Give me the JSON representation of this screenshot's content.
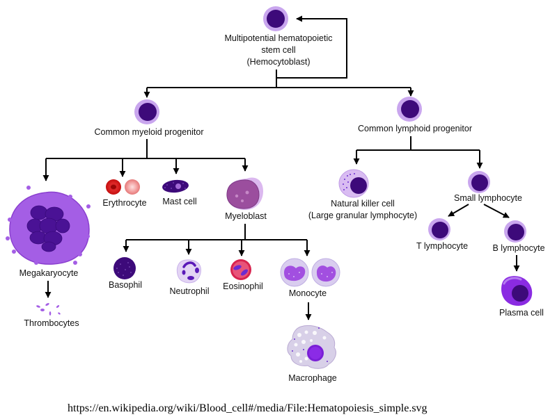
{
  "diagram": {
    "title": "Hematopoiesis",
    "nodes": {
      "stem_cell": {
        "label_lines": [
          "Multipotential hematopoietic",
          "stem cell",
          "(Hemocytoblast)"
        ]
      },
      "myeloid_progenitor": {
        "label": "Common myeloid progenitor"
      },
      "lymphoid_progenitor": {
        "label": "Common lymphoid progenitor"
      },
      "megakaryocyte": {
        "label": "Megakaryocyte"
      },
      "thrombocytes": {
        "label": "Thrombocytes"
      },
      "erythrocyte": {
        "label": "Erythrocyte"
      },
      "mast_cell": {
        "label": "Mast cell"
      },
      "myeloblast": {
        "label": "Myeloblast"
      },
      "basophil": {
        "label": "Basophil"
      },
      "neutrophil": {
        "label": "Neutrophil"
      },
      "eosinophil": {
        "label": "Eosinophil"
      },
      "monocyte": {
        "label": "Monocyte"
      },
      "macrophage": {
        "label": "Macrophage"
      },
      "nk_cell": {
        "label_lines": [
          "Natural killer cell",
          "(Large granular lymphocyte)"
        ]
      },
      "small_lymphocyte": {
        "label": "Small lymphocyte"
      },
      "t_lymphocyte": {
        "label": "T lymphocyte"
      },
      "b_lymphocyte": {
        "label": "B lymphocyte"
      },
      "plasma_cell": {
        "label": "Plasma cell"
      }
    },
    "edges": [
      [
        "stem_cell",
        "stem_cell"
      ],
      [
        "stem_cell",
        "myeloid_progenitor"
      ],
      [
        "stem_cell",
        "lymphoid_progenitor"
      ],
      [
        "myeloid_progenitor",
        "megakaryocyte"
      ],
      [
        "myeloid_progenitor",
        "erythrocyte"
      ],
      [
        "myeloid_progenitor",
        "mast_cell"
      ],
      [
        "myeloid_progenitor",
        "myeloblast"
      ],
      [
        "megakaryocyte",
        "thrombocytes"
      ],
      [
        "myeloblast",
        "basophil"
      ],
      [
        "myeloblast",
        "neutrophil"
      ],
      [
        "myeloblast",
        "eosinophil"
      ],
      [
        "myeloblast",
        "monocyte"
      ],
      [
        "monocyte",
        "macrophage"
      ],
      [
        "lymphoid_progenitor",
        "nk_cell"
      ],
      [
        "lymphoid_progenitor",
        "small_lymphocyte"
      ],
      [
        "small_lymphocyte",
        "t_lymphocyte"
      ],
      [
        "small_lymphocyte",
        "b_lymphocyte"
      ],
      [
        "b_lymphocyte",
        "plasma_cell"
      ]
    ],
    "colors": {
      "nucleus": "#3d0a7a",
      "cell_halo": "#c9a6ee",
      "megakaryocyte": "#a45ee5",
      "erythrocyte": "#d81f1f",
      "myeloblast": "#9b4e9e",
      "eosinophil": "#d8234f",
      "monocyte_cyto": "#d9cdef",
      "macrophage_cyto": "#d8d0e8",
      "plasma": "#8a2be2"
    }
  },
  "source_caption": "https://en.wikipedia.org/wiki/Blood_cell#/media/File:Hematopoiesis_simple.svg"
}
